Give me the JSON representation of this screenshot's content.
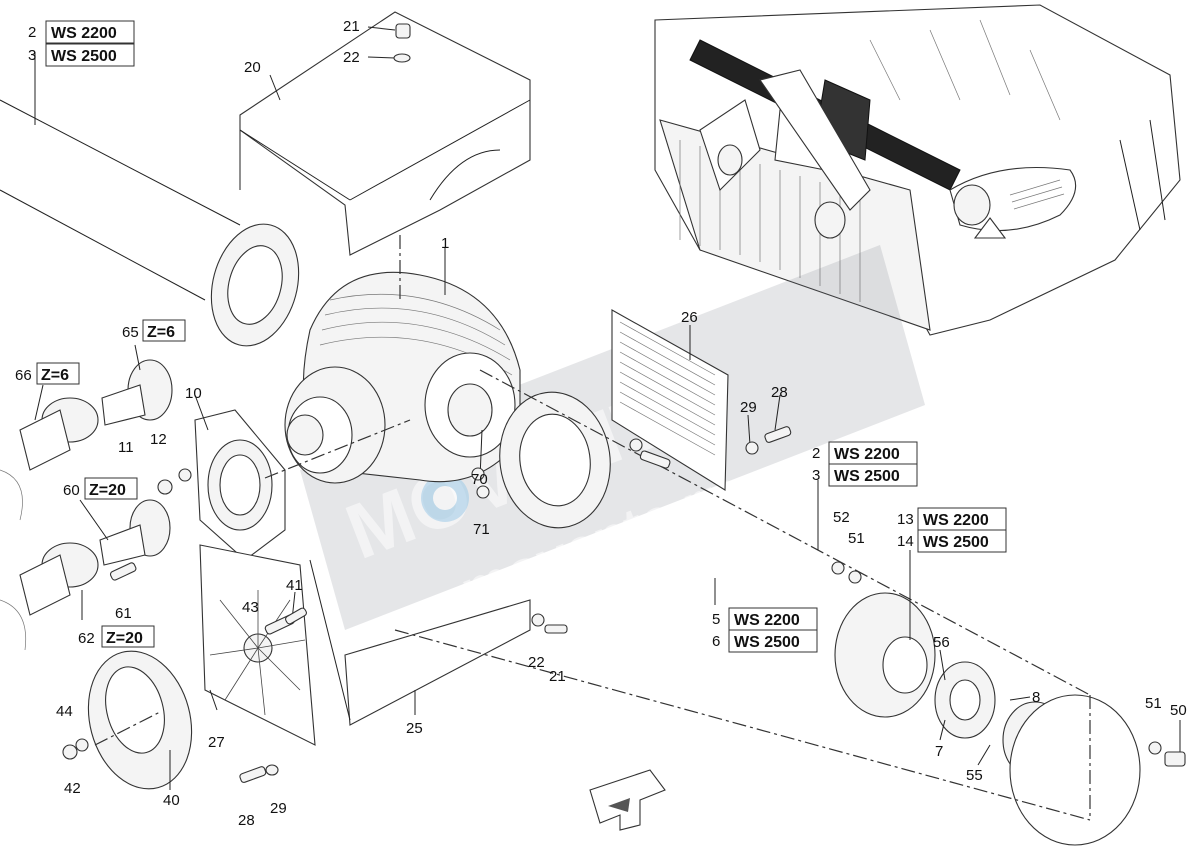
{
  "watermark": {
    "main": "MOVENTE",
    "site": "movente.ru",
    "color": "#6f7780"
  },
  "variants": [
    {
      "ref": "2",
      "label": "WS 2200"
    },
    {
      "ref": "3",
      "label": "WS 2500"
    },
    {
      "ref": "5",
      "label": "WS 2200"
    },
    {
      "ref": "6",
      "label": "WS 2500"
    },
    {
      "ref": "13",
      "label": "WS 2200"
    },
    {
      "ref": "14",
      "label": "WS 2500"
    }
  ],
  "teeth": [
    {
      "ref": "65",
      "label": "Z=6"
    },
    {
      "ref": "66",
      "label": "Z=6"
    },
    {
      "ref": "60",
      "label": "Z=20"
    },
    {
      "ref": "62",
      "label": "Z=20"
    }
  ],
  "callouts": [
    "1",
    "7",
    "8",
    "10",
    "11",
    "12",
    "20",
    "21",
    "22",
    "25",
    "26",
    "27",
    "28",
    "29",
    "40",
    "41",
    "42",
    "43",
    "44",
    "50",
    "51",
    "52",
    "55",
    "56",
    "61",
    "70",
    "71"
  ],
  "icons": [
    "direction-arrow-icon"
  ]
}
